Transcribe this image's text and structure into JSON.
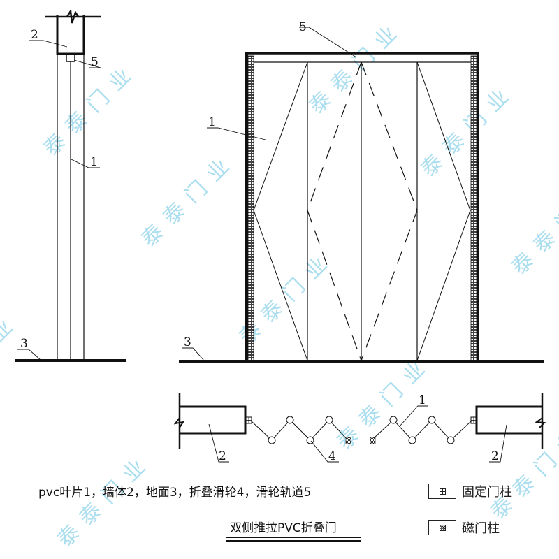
{
  "watermark": {
    "text": "泰泰门业",
    "color": "#8fd3ea"
  },
  "side_view": {
    "labels": {
      "wall": "2",
      "track": "5",
      "leaf": "1",
      "ground": "3"
    }
  },
  "front_view": {
    "labels": {
      "track": "5",
      "leaf": "1",
      "ground": "3"
    }
  },
  "plan_view": {
    "labels": {
      "wall_left": "2",
      "pulley": "4",
      "leaf": "1",
      "wall_right": "2"
    }
  },
  "caption": "pvc叶片1，墙体2，地面3，折叠滑轮4，滑轮轨道5",
  "title": "双侧推拉PVC折叠门",
  "legend": [
    {
      "icon": "fixed-post-icon",
      "label": "固定门柱"
    },
    {
      "icon": "magnetic-post-icon",
      "label": "磁门柱"
    }
  ]
}
